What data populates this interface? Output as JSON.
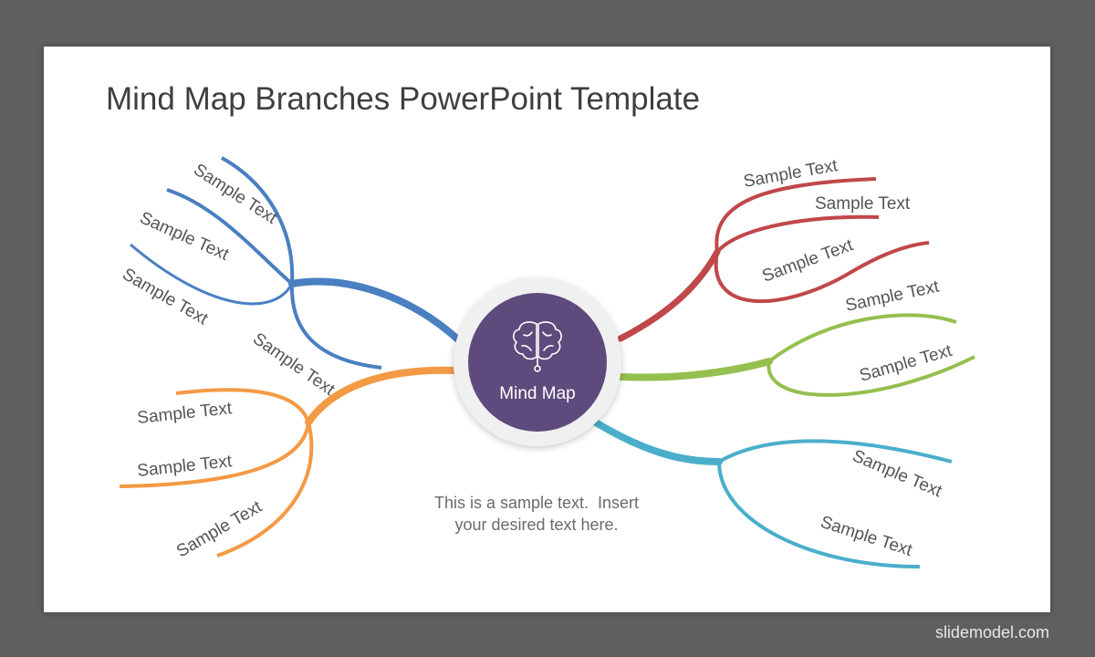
{
  "slide": {
    "title": "Mind Map Branches PowerPoint Template",
    "center_label": "Mind Map",
    "center_icon": "brain-icon",
    "caption_line1": "This is a sample text.  Insert",
    "caption_line2": "your desired text here."
  },
  "branches": {
    "blue": {
      "color": "#4a7fc1",
      "labels": [
        "Sample Text",
        "Sample Text",
        "Sample Text",
        "Sample Text"
      ]
    },
    "orange": {
      "color": "#f39a45",
      "labels": [
        "Sample Text",
        "Sample Text",
        "Sample Text"
      ]
    },
    "red": {
      "color": "#c0474a",
      "labels": [
        "Sample Text",
        "Sample Text",
        "Sample Text"
      ]
    },
    "green": {
      "color": "#95bf4f",
      "labels": [
        "Sample Text",
        "Sample Text"
      ]
    },
    "teal": {
      "color": "#4aaecb",
      "labels": [
        "Sample Text",
        "Sample Text"
      ]
    }
  },
  "colors": {
    "center_fill": "#5e4a7c",
    "center_ring": "#f0f0f0",
    "background": "#5f5f5f"
  },
  "watermark": "slidemodel.com"
}
